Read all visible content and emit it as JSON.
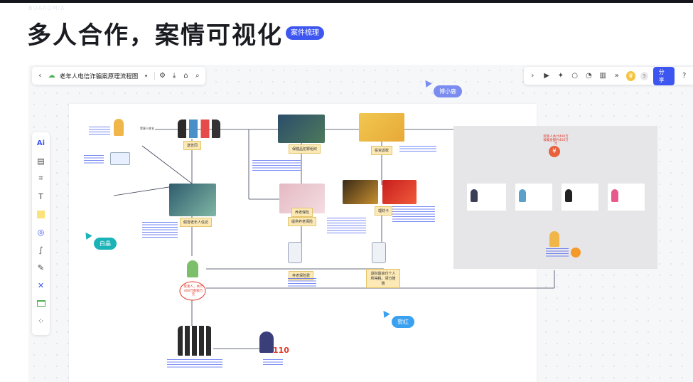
{
  "brand": "BOARDMIX",
  "headline": "多人合作，案情可视化",
  "badge": "案件梳理",
  "toolbar": {
    "doc_title": "老年人电信诈骗案原理流程图",
    "share_label": "分享",
    "coin_count": "3"
  },
  "cursors": [
    {
      "name": "博小鹿",
      "color": "#7b8cf0"
    },
    {
      "name": "白晶",
      "color": "#19b3b8"
    },
    {
      "name": "贺红",
      "color": "#3aa0f0"
    }
  ],
  "flow_nodes": {
    "n1": "受害人姓名",
    "n2": "送告同",
    "n3": "保健品犯罪组织",
    "n4": "投资返款",
    "n5": "养老保险",
    "n6": "提供养老保险",
    "n7": "理财卡",
    "n8": "假冒老年人信访",
    "n9": "养老保险费",
    "n10": "退财最高付个人所得税，领分赔偿",
    "n11": "受害人，共计400万数额万元",
    "n12": "110"
  },
  "panel": {
    "title_line1": "受害人共计400万",
    "title_line2": "被骗金额约400万元",
    "currency": "¥"
  },
  "colors": {
    "accent": "#3d56f0",
    "coral": "#e8603c",
    "red_circle": "#e23a2a"
  }
}
